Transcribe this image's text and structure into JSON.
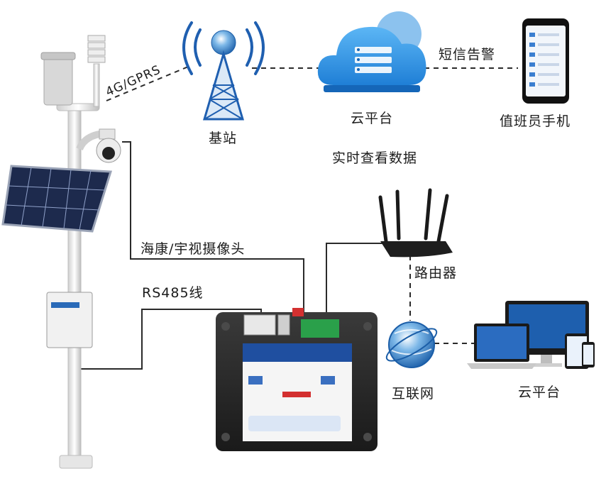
{
  "labels": {
    "network": "4G/GPRS",
    "base_station": "基站",
    "cloud_top": "云平台",
    "sms_alarm": "短信告警",
    "phone": "值班员手机",
    "realtime": "实时查看数据",
    "camera": "海康/宇视摄像头",
    "rs485": "RS485线",
    "router": "路由器",
    "internet": "互联网",
    "cloud_bottom": "云平台"
  },
  "colors": {
    "line": "#2a2a2a",
    "cloud": "#2d8fe0",
    "cloud_dark": "#1566b8",
    "tower": "#1f5fb0",
    "panel": "#1d2a4d",
    "pole": "#e8e8e8"
  }
}
